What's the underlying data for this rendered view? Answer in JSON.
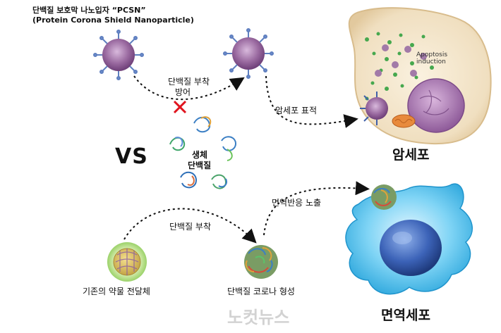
{
  "title": {
    "line1": "단백질 보호막 나노입자 “PCSN”",
    "line2": "(Protein Corona Shield Nanoparticle)"
  },
  "labels": {
    "defense_line1": "단백질 부착",
    "defense_line2": "방어",
    "target": "암세포 표적",
    "bio_line1": "생체",
    "bio_line2": "단백질",
    "vs": "VS",
    "cancer_cell": "암세포",
    "apoptosis": "Apoptosis induction",
    "attach": "단백질 부착",
    "immune_exposure": "면역반응 노출",
    "existing_carrier": "기존의 약물 전달체",
    "corona_formation": "단백질 코로나 형성",
    "immune_cell": "면역세포"
  },
  "watermark": "노컷뉴스",
  "colors": {
    "pcsn_core": "#9a6aa0",
    "cancer_cytoplasm": "#f3e6cf",
    "nucleus": "#b98bc0",
    "immune_cell": "#5fc6ee",
    "immune_nucleus": "#2f5aa8",
    "red_x": "#e0141e"
  }
}
